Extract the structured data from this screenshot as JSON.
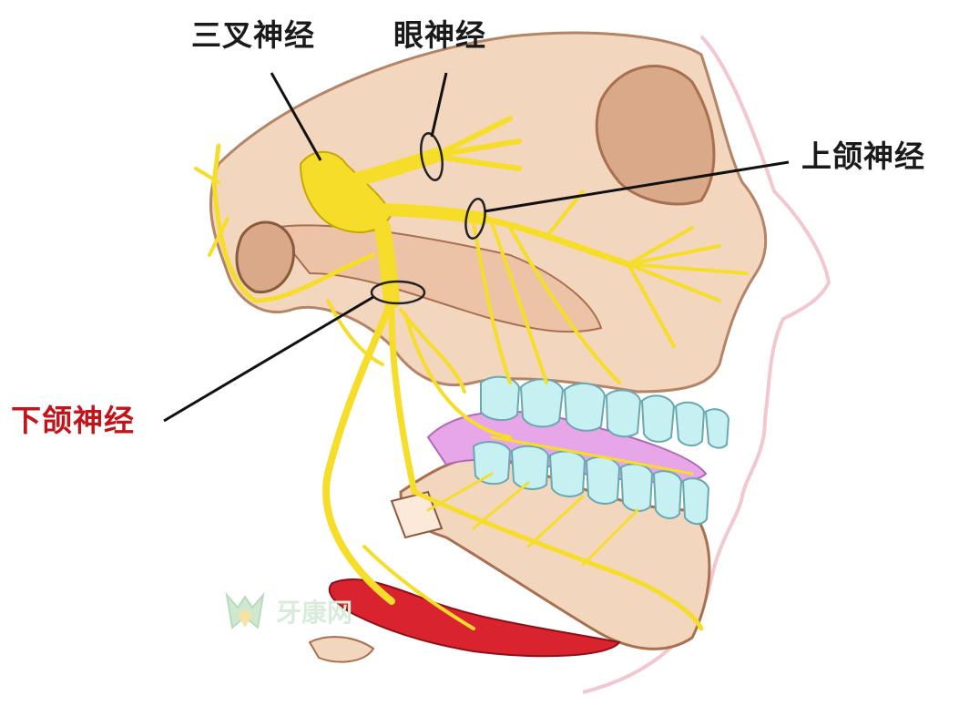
{
  "labels": {
    "trigeminal": "三叉神经",
    "ophthalmic": "眼神经",
    "maxillary": "上颌神经",
    "mandibular": "下颌神经"
  },
  "watermark": "牙康网",
  "colors": {
    "label_default": "#1a1a1a",
    "label_highlight": "#c0151b",
    "bone": "#f3d6be",
    "bone_dark": "#d9a98a",
    "nerve": "#f6dd2a",
    "nerve_outline": "#c8a800",
    "teeth": "#c7f0f3",
    "gum": "#e6a6e8",
    "muscle": "#d9232e"
  }
}
